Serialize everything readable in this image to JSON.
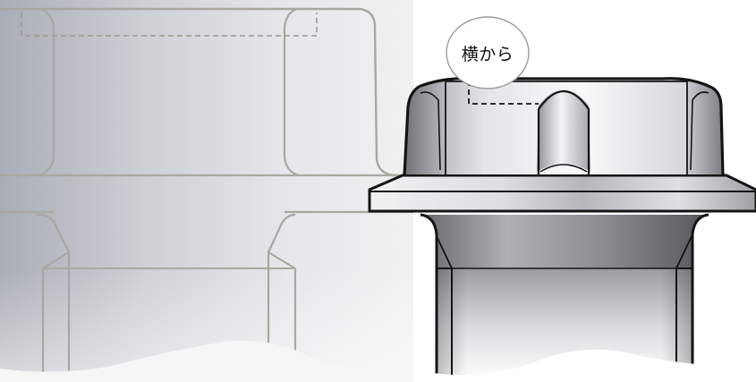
{
  "callout": {
    "label": "横から"
  },
  "colors": {
    "left_background_dark": "#a7abb3",
    "left_background_light": "#ecedee",
    "left_outline": "#a9a7a0",
    "left_dashed": "#9a9890",
    "right_outline": "#141414",
    "right_metal_dark": "#7d7f85",
    "right_metal_light": "#f2f3f5",
    "callout_circle_stroke": "#9b9b9b"
  },
  "icons": {
    "left_view": "faded-hex-bolt-side-view",
    "right_view": "flanged-hex-bolt-head-perspective"
  }
}
